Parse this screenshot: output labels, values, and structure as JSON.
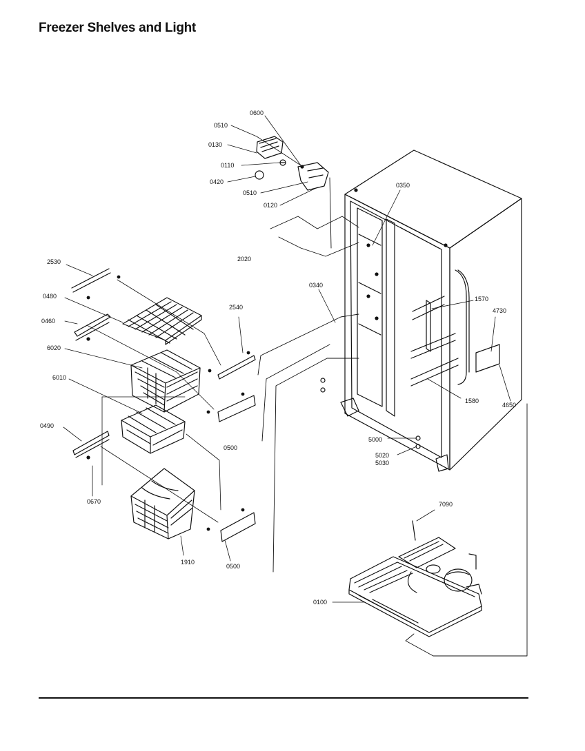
{
  "title": "Freezer Shelves and Light",
  "callouts": [
    {
      "id": "c0600",
      "text": "0600"
    },
    {
      "id": "c0510a",
      "text": "0510"
    },
    {
      "id": "c0130",
      "text": "0130"
    },
    {
      "id": "c0110",
      "text": "0110"
    },
    {
      "id": "c0420",
      "text": "0420"
    },
    {
      "id": "c0510b",
      "text": "0510"
    },
    {
      "id": "c0120",
      "text": "0120"
    },
    {
      "id": "c0350",
      "text": "0350"
    },
    {
      "id": "c2020",
      "text": "2020"
    },
    {
      "id": "c2530",
      "text": "2530"
    },
    {
      "id": "c0480",
      "text": "0480"
    },
    {
      "id": "c0460",
      "text": "0460"
    },
    {
      "id": "c0340",
      "text": "0340"
    },
    {
      "id": "c2540",
      "text": "2540"
    },
    {
      "id": "c1570",
      "text": "1570"
    },
    {
      "id": "c4730",
      "text": "4730"
    },
    {
      "id": "c6020",
      "text": "6020"
    },
    {
      "id": "c6010",
      "text": "6010"
    },
    {
      "id": "c1580",
      "text": "1580"
    },
    {
      "id": "c4650",
      "text": "4650"
    },
    {
      "id": "c0500a",
      "text": "0500"
    },
    {
      "id": "c0490",
      "text": "0490"
    },
    {
      "id": "c5000",
      "text": "5000"
    },
    {
      "id": "c5020",
      "text": "5020"
    },
    {
      "id": "c5030",
      "text": "5030"
    },
    {
      "id": "c0670",
      "text": "0670"
    },
    {
      "id": "c7090",
      "text": "7090"
    },
    {
      "id": "c1910",
      "text": "1910"
    },
    {
      "id": "c0500b",
      "text": "0500"
    },
    {
      "id": "c0100",
      "text": "0100"
    }
  ]
}
